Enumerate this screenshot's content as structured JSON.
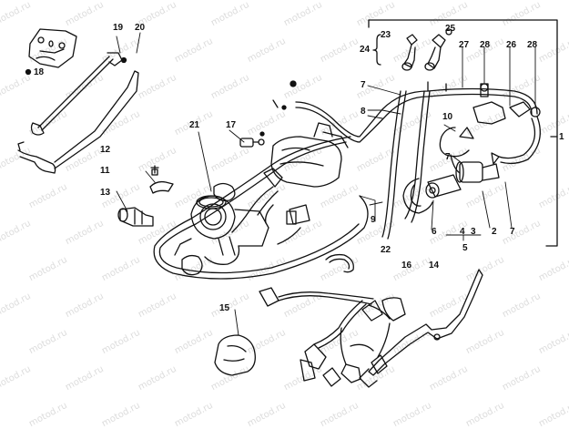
{
  "watermark": "motod.ru",
  "callouts": {
    "n1": "1",
    "n2": "2",
    "n3": "3",
    "n4": "4",
    "n5": "5",
    "n6": "6",
    "n7a": "7",
    "n7b": "7",
    "n7c": "7",
    "n8": "8",
    "n9": "9",
    "n10": "10",
    "n11": "11",
    "n12": "12",
    "n13": "13",
    "n14": "14",
    "n15": "15",
    "n16": "16",
    "n17": "17",
    "n18": "18",
    "n19": "19",
    "n20": "20",
    "n21": "21",
    "n22": "22",
    "n23": "23",
    "n24": "24",
    "n25": "25",
    "n26": "26",
    "n27": "27",
    "n28a": "28",
    "n28b": "28"
  },
  "line_color": "#111111"
}
